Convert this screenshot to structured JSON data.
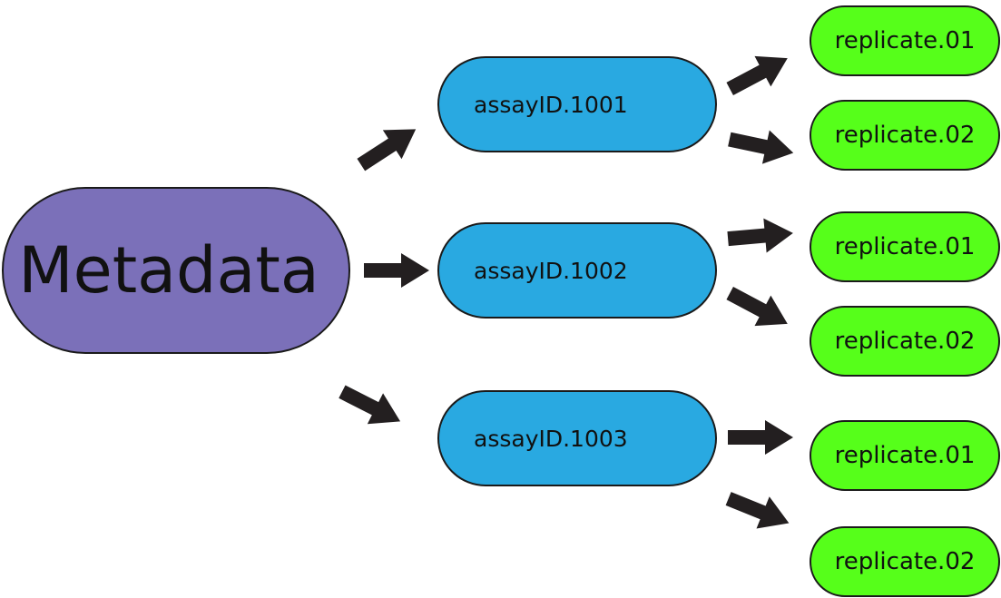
{
  "colors": {
    "root_fill": "#7b70b9",
    "assay_fill": "#29a9e1",
    "replicate_fill": "#56ff1a",
    "arrow": "#231f20"
  },
  "root": {
    "label": "Metadata"
  },
  "assays": [
    {
      "label": "assayID.1001",
      "replicates": [
        {
          "label": "replicate.01"
        },
        {
          "label": "replicate.02"
        }
      ]
    },
    {
      "label": "assayID.1002",
      "replicates": [
        {
          "label": "replicate.01"
        },
        {
          "label": "replicate.02"
        }
      ]
    },
    {
      "label": "assayID.1003",
      "replicates": [
        {
          "label": "replicate.01"
        },
        {
          "label": "replicate.02"
        }
      ]
    }
  ]
}
